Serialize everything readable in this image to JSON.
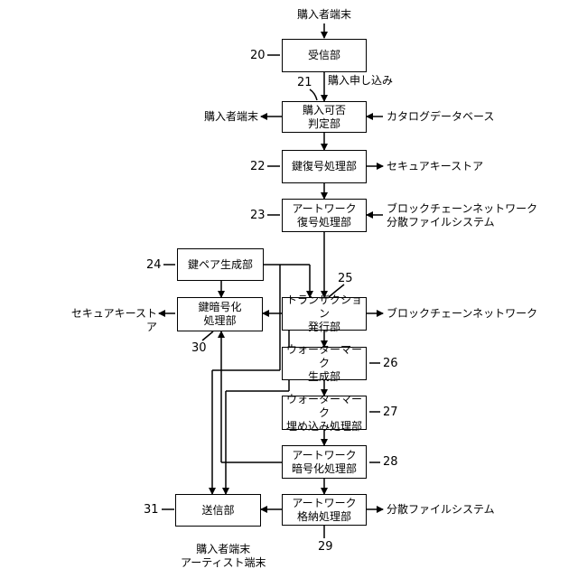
{
  "boxes": {
    "b20": "受信部",
    "b21": "購入可否\n判定部",
    "b22": "鍵復号処理部",
    "b23": "アートワーク\n復号処理部",
    "b24": "鍵ペア生成部",
    "b25": "トランザクション\n発行部",
    "b30": "鍵暗号化\n処理部",
    "b26": "ウォーターマーク\n生成部",
    "b27": "ウォーターマーク\n埋め込み処理部",
    "b28": "アートワーク\n暗号化処理部",
    "b31": "送信部",
    "b29": "アートワーク\n格納処理部"
  },
  "numbers": {
    "n20": "20",
    "n21": "21",
    "n22": "22",
    "n23": "23",
    "n24": "24",
    "n25": "25",
    "n30": "30",
    "n26": "26",
    "n27": "27",
    "n28": "28",
    "n31": "31",
    "n29": "29"
  },
  "labels": {
    "top_input": "購入者端末",
    "purchase_request": "購入申し込み",
    "out_buyer": "購入者端末",
    "in_catalog": "カタログデータベース",
    "secure_store_right": "セキュアキーストア",
    "blockchain_dist": "ブロックチェーンネットワーク\n分散ファイルシステム",
    "secure_store_left": "セキュアキーストア",
    "blockchain_out": "ブロックチェーンネットワーク",
    "dist_fs_out": "分散ファイルシステム",
    "bottom_output": "購入者端末\nアーティスト端末"
  }
}
